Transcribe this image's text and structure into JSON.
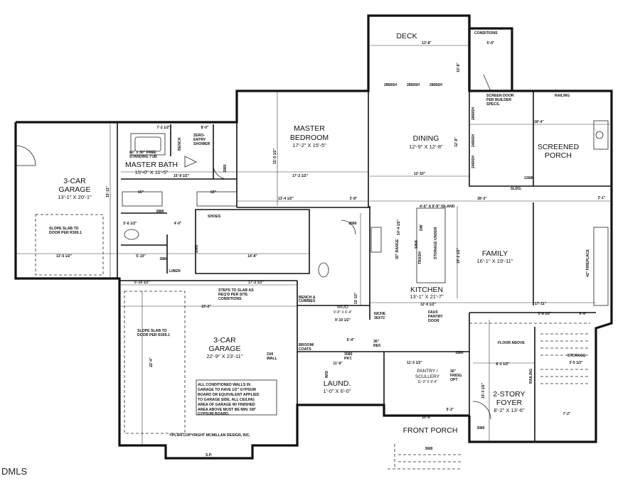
{
  "watermark": "DMLS",
  "rooms": [
    {
      "name": "3-CAR",
      "name2": "GARAGE",
      "size": "13'-1\" X 20'-1\""
    },
    {
      "name": "MASTER BATH",
      "size": "15'-0\" X 11'-5\""
    },
    {
      "name": "MASTER",
      "name2": "BEDROOM",
      "size": "17'-2\" X 15'-5\""
    },
    {
      "name": "DINING",
      "size": "12'-9\" X 12'-8\""
    },
    {
      "name": "SCREENED",
      "name2": "PORCH"
    },
    {
      "name": "FAMILY",
      "size": "16'-1\" X 19'-11\""
    },
    {
      "name": "KITCHEN",
      "size": "13'-1\" X 21'-7\""
    },
    {
      "name": "3-CAR",
      "name2": "GARAGE",
      "size": "22'-9\" X 23'-11\""
    },
    {
      "name": "MUD",
      "size": "9'-8\" X 6'-4\""
    },
    {
      "name": "LAUND.",
      "size": "1'-0\" X 6'-0\""
    },
    {
      "name": "PANTRY /",
      "name2": "SCULLERY",
      "size": "11'-3\" X 9'-4\""
    },
    {
      "name": "2-STORY",
      "name2": "FOYER",
      "size": "8'-2\" X 13'-6\""
    },
    {
      "name": "FRONT PORCH"
    },
    {
      "name": "DECK"
    }
  ],
  "notes": {
    "tub": "60\" x 30\" FREE",
    "tub2": "STANDING TUB",
    "shower": "ZERO-",
    "shower2": "ENTRY",
    "shower3": "SHOWER",
    "bench": "BENCH",
    "slope1": "SLOPE SLAB TO",
    "slope1b": "DOOR PER R309.1",
    "slope2": "SLOPE SLAB TO",
    "slope2b": "DOOR PER R309.1",
    "steps": "STEPS TO SLAB AS",
    "steps2": "REQ'D PER SITE",
    "steps3": "CONDITIONS",
    "wall2x6": "2X6",
    "wall": "WALL",
    "garage_note": [
      "ALL CONDITIONED WALLS IN",
      "GARAGE TO HAVE 1/2\" GYPSUM",
      "BOARD OR EQUIVALENT APPLIED",
      "TO GARAGE SIDE. ALL CEILING",
      "AREA OF GARAGE W/ FINISHED",
      "AREA ABOVE MUST BE MIN. 5/8\"",
      "GYPSUM BOARD."
    ],
    "copyright": "©PLAN COPYRIGHT MCMILLAN DESIGN, INC.",
    "screen_door": "SCREEN DOOR",
    "screen_door2": "PER BUILDER",
    "screen_door3": "SPECS.",
    "railing": "RAILING",
    "railing2": "RAILING",
    "conditions": "CONDITIONS",
    "shoes": "SHOES",
    "linen": "LINEN",
    "island": "4'-6\" X 9'-9\" ISLAND",
    "sink": "SINK",
    "trash": "TRASH",
    "dw": "DW",
    "storage_under": "STORAGE UNDER",
    "range": "30\" RANGE",
    "niche": "NICHE",
    "niche2": "36X72",
    "ref": "36\"",
    "ref2": "REF.",
    "faux": "FAUX",
    "faux2": "PANTRY",
    "faux3": "DOOR",
    "fridg": "36\"",
    "fridg2": "FRIDG.",
    "fridg3": "OPT",
    "floor_above": "FLOOR ABOVE",
    "storage": "STORAGE",
    "fireplace": "42\" FIREPLACE",
    "sldg": "SLDG.",
    "cubbies": "BENCH &",
    "cubbies2": "CUBBIES",
    "broom": "BROOM/",
    "broom2": "COATS",
    "wd": "W/D",
    "pkt": "3080",
    "pkt2": "PKT.",
    "sp": "S.P."
  },
  "dims": [
    "7'-2 1/2\"",
    "8'-0\"",
    "15'-9 1/2\"",
    "17'-2 1/2\"",
    "13'-4 1/2\"",
    "60\"",
    "69\"",
    "5'-6 1/2\"",
    "4'-0\"",
    "13'-5 1/2\"",
    "5'-10\"",
    "14'-8\"",
    "5'-10 1/2\"",
    "17'-2 1/2\"",
    "23'-2\"",
    "12'-10\"",
    "3'-8\"",
    "28'-3\"",
    "2'-1\"",
    "18'-4\"",
    "13'-8\"",
    "5'-6\"",
    "12'-9 1/2\"",
    "17'-11\"",
    "3'-8 1/2\"",
    "6'-6\"",
    "9'-10 1/2\"",
    "5'-4\"",
    "11'-9\"",
    "11'-3 1/2\"",
    "8'-2 1/2\"",
    "10'-9\"",
    "5'-2\"",
    "7'-2\"",
    "3'-5 1/2\"",
    "15'-11\"",
    "15'-5 1/2\"",
    "22'-4\"",
    "15'-10\"",
    "19'-3 1/2\"",
    "19'-2 1/2\"",
    "14'-4 1/2\"",
    "12'-8\"",
    "10'-8\""
  ],
  "doors": [
    "2880",
    "2880",
    "2680",
    "2880",
    "3080",
    "3680",
    "2868SH",
    "2868SH",
    "2868SH",
    "2868SH",
    "2468SH",
    "2468SH",
    "2880",
    "2880",
    "12680"
  ]
}
